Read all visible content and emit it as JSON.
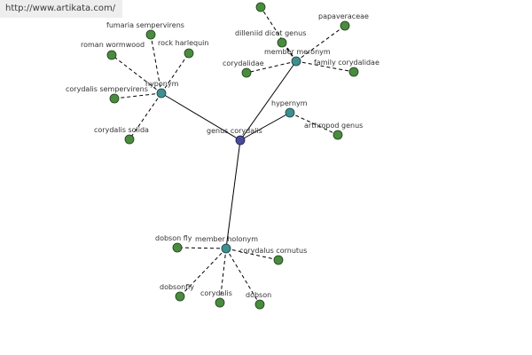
{
  "header": {
    "url": "http://www.artikata.com/"
  },
  "graph": {
    "root": {
      "id": "root",
      "label": "genus corydalis"
    },
    "relations": [
      {
        "id": "hyponym",
        "label": "hyponym"
      },
      {
        "id": "member-meronym",
        "label": "member meronym"
      },
      {
        "id": "hypernym",
        "label": "hypernym"
      },
      {
        "id": "member-holonym",
        "label": "member holonym"
      }
    ],
    "leaves": [
      {
        "id": "fumaria-sempervirens",
        "label": "fumaria sempervirens",
        "parent": "hyponym"
      },
      {
        "id": "roman-wormwood",
        "label": "roman wormwood",
        "parent": "hyponym"
      },
      {
        "id": "rock-harlequin",
        "label": "rock harlequin",
        "parent": "hyponym"
      },
      {
        "id": "corydalis-sempervirens",
        "label": "corydalis sempervirens",
        "parent": "hyponym"
      },
      {
        "id": "corydalis-solida",
        "label": "corydalis solida",
        "parent": "hyponym"
      },
      {
        "id": "top-cut",
        "label": "",
        "parent": "member-meronym"
      },
      {
        "id": "dilleniid-dicot-genus",
        "label": "dilleniid dicot genus",
        "parent": "member-meronym"
      },
      {
        "id": "papaveraceae",
        "label": "papaveraceae",
        "parent": "member-meronym"
      },
      {
        "id": "corydalidae",
        "label": "corydalidae",
        "parent": "member-meronym"
      },
      {
        "id": "family-corydalidae",
        "label": "family corydalidae",
        "parent": "member-meronym"
      },
      {
        "id": "arthropod-genus",
        "label": "arthropod genus",
        "parent": "hypernym"
      },
      {
        "id": "dobson-fly",
        "label": "dobson fly",
        "parent": "member-holonym"
      },
      {
        "id": "corydalus-cornutus",
        "label": "corydalus cornutus",
        "parent": "member-holonym"
      },
      {
        "id": "dobsonfly",
        "label": "dobsonfly",
        "parent": "member-holonym"
      },
      {
        "id": "corydalis",
        "label": "corydalis",
        "parent": "member-holonym"
      },
      {
        "id": "dobson",
        "label": "dobson",
        "parent": "member-holonym"
      }
    ]
  }
}
